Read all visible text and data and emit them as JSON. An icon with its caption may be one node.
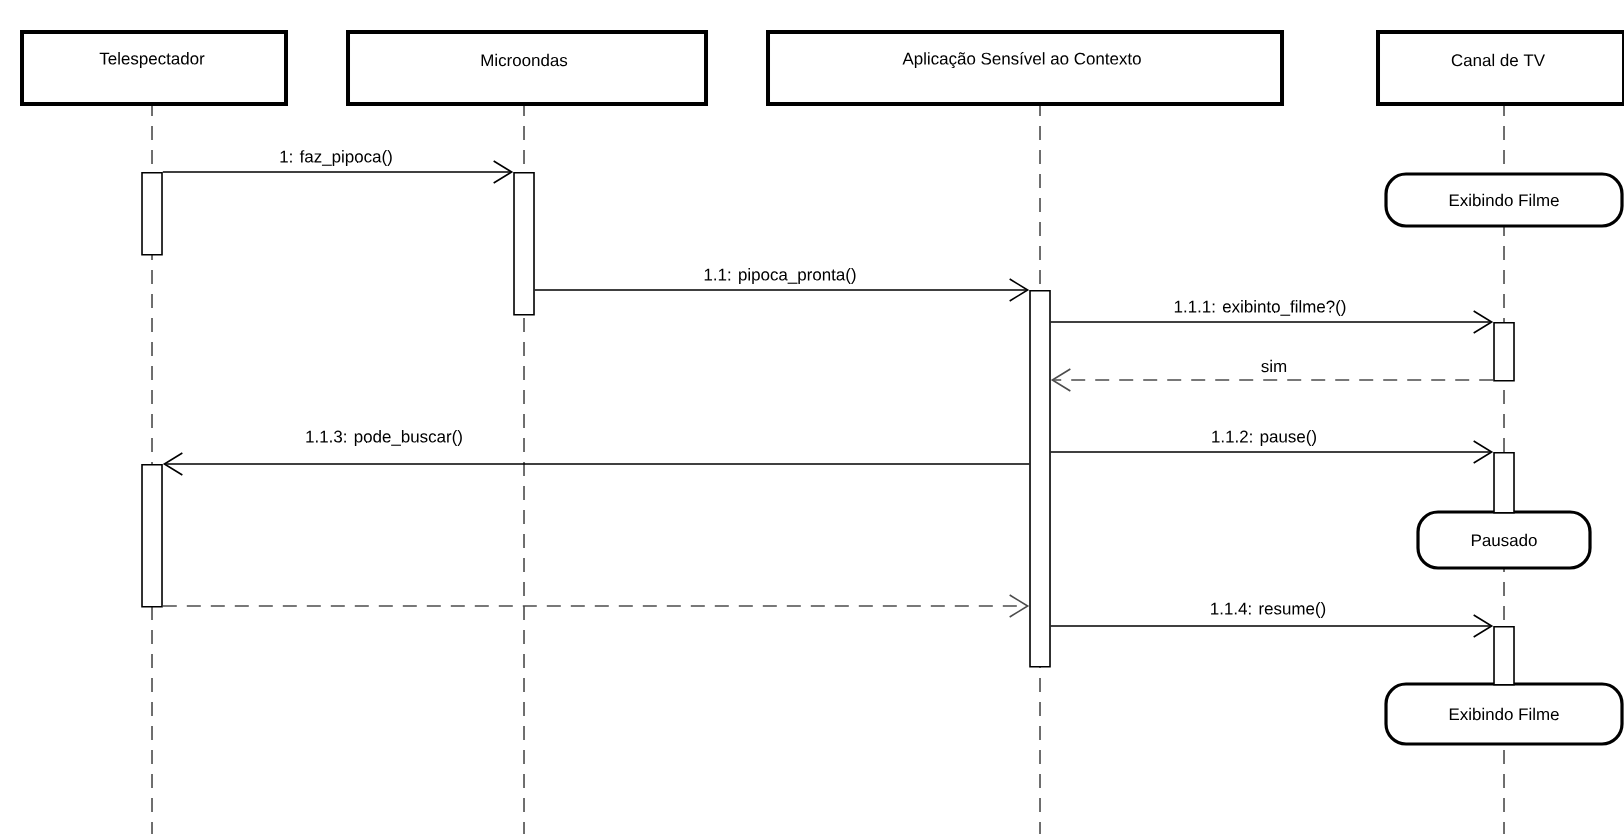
{
  "diagram": {
    "nodes": [
      {
        "text": [
          "Telespectador"
        ]
      },
      {
        "text": [
          "Microondas"
        ]
      },
      {
        "text": [
          "Aplicação Sensível ao Contexto"
        ]
      },
      {
        "text": [
          "Canal de TV"
        ]
      },
      {
        "text": [
          "Exibindo Filme"
        ]
      },
      {
        "text": [
          "Pausado"
        ]
      },
      {
        "text": [
          "Exibindo Filme"
        ]
      },
      {
        "text": [],
        "shape": "bar"
      },
      {
        "text": [],
        "shape": "bar"
      },
      {
        "text": [],
        "shape": "bar"
      },
      {
        "text": [],
        "shape": "bar"
      },
      {
        "text": [],
        "shape": "bar"
      },
      {
        "text": [],
        "shape": "bar"
      },
      {
        "text": [],
        "shape": "bar"
      }
    ],
    "edges": [
      {
        "from": 7,
        "to": 8,
        "arrow": "to",
        "label": "1: faz_pipoca()"
      },
      {
        "from": 8,
        "to": 9,
        "arrow": "to",
        "label": "1.1: pipoca_pronta()"
      },
      {
        "from": 9,
        "to": 10,
        "arrow": "to",
        "label": "1.1.1: exibinto_filme?()"
      },
      {
        "from": 10,
        "to": 9,
        "arrow": "to",
        "label": "sim",
        "style": "dashed"
      },
      {
        "from": 9,
        "to": 11,
        "arrow": "to",
        "label": "1.1.3: pode_buscar()"
      },
      {
        "from": 9,
        "to": 12,
        "arrow": "to",
        "label": "1.1.2: pause()"
      },
      {
        "from": 11,
        "to": 9,
        "arrow": "to",
        "style": "dashed"
      },
      {
        "from": 9,
        "to": 13,
        "arrow": "to",
        "label": "1.1.4: resume()"
      }
    ]
  }
}
